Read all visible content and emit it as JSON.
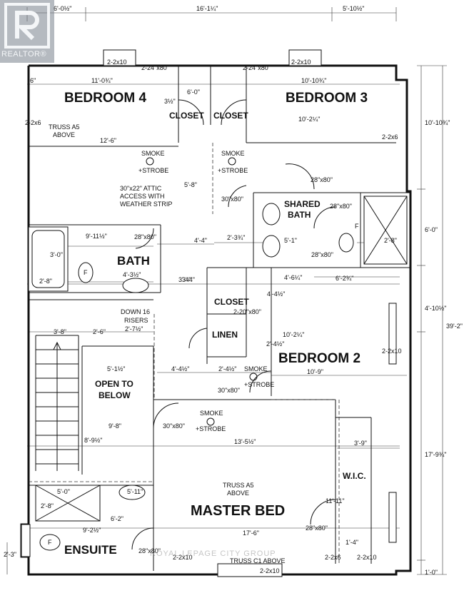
{
  "logo": {
    "text": "REALTOR®"
  },
  "watermark": "ROYAL LEPAGE CITY GROUP",
  "rooms": {
    "bedroom4": "BEDROOM 4",
    "bedroom3": "BEDROOM 3",
    "closet_a": "CLOSET",
    "closet_b": "CLOSET",
    "shared_bath_1": "SHARED",
    "shared_bath_2": "BATH",
    "bath": "BATH",
    "closet_mid": "CLOSET",
    "linen": "LINEN",
    "bedroom2": "BEDROOM 2",
    "open_below_1": "OPEN TO",
    "open_below_2": "BELOW",
    "wic": "W.I.C.",
    "master_bed": "MASTER BED",
    "ensuite": "ENSUITE"
  },
  "notes": {
    "truss_top_1": "TRUSS A5",
    "truss_top_2": "ABOVE",
    "smoke_l_1": "SMOKE",
    "smoke_l_2": "+STROBE",
    "smoke_r_1": "SMOKE",
    "smoke_r_2": "+STROBE",
    "attic_1": "30\"x22\" ATTIC",
    "attic_2": "ACCESS WITH",
    "attic_3": "WEATHER STRIP",
    "down_1": "DOWN 16",
    "down_2": "RISERS",
    "smoke_mid_1": "SMOKE",
    "smoke_mid_2": "+STROBE",
    "smoke_b2_1": "SMOKE",
    "smoke_b2_2": "+STROBE",
    "truss_master_1": "TRUSS A5",
    "truss_master_2": "ABOVE",
    "truss_bottom": "TRUSS C1 ABOVE"
  },
  "dims": {
    "d_top_left": "6'-0½\"",
    "d_top_mid": "16'-1¼\"",
    "d_top_right": "5'-10½\"",
    "d_hdr_l": "2-2x10",
    "d_hdr_r": "2-2x10",
    "d_door_l": "2-24\"x80\"",
    "d_door_r": "2-24\"x80\"",
    "d_b4_w": "11'-0¾\"",
    "d_b3_w": "10'-10¾\"",
    "d_b3_h": "10'-2¼\"",
    "d_b4_h": "12'-6\"",
    "d_clo_h": "6'-0\"",
    "d_right_top": "10'-10¾\"",
    "d_right_mid": "6'-0\"",
    "d_right_b2": "4'-10½\"",
    "d_total": "39'-2\"",
    "d_right_bot": "17'-9¾\"",
    "d_right_end": "1'-0\"",
    "d_2_2x6_l": "2-2x6",
    "d_2_2x6_r": "2-2x6",
    "d_door_sb": "28\"x80\"",
    "d_door_sb2": "28\"x80\"",
    "d_door_sb3": "28\"x80\"",
    "d_door_28a": "28\"x80\"",
    "d_door_30a": "30\"x80\"",
    "d_5_8": "5'-8\"",
    "d_2_3": "2'-3¾\"",
    "d_4_4": "4'-4\"",
    "d_5_1": "5'-1\"",
    "d_2_8r": "2'-8\"",
    "d_9_11": "9'-11½\"",
    "d_3_0": "3'-0\"",
    "d_2_8l": "2'-8\"",
    "d_4_3": "4'-3½\"",
    "d_3_4": "3'-4\"",
    "d_4_6": "4'-6¼\"",
    "d_6_2": "6'-2¾\"",
    "d_2_20": "2-20\"x80\"",
    "d_4_4b": "4'-4½\"",
    "d_3_8": "3'-8\"",
    "d_2_6": "2'-6\"",
    "d_2_7": "2'-7½\"",
    "d_b2_h": "10'-2¼\"",
    "d_2_2x10_r": "2-2x10",
    "d_5_1b": "5'-1½\"",
    "d_4_4c": "4'-4½\"",
    "d_2_4": "2'-4½\"",
    "d_10_9": "10'-9\"",
    "d_30_80b": "30\"x80\"",
    "d_30_80c": "30\"x80\"",
    "d_9_8": "9'-8\"",
    "d_8_9": "8'-9½\"",
    "d_13_5": "13'-5½\"",
    "d_3_9": "3'-9\"",
    "d_5_0": "5'-0\"",
    "d_5_11": "5'-11\"",
    "d_2_8m": "2'-8\"",
    "d_6_2b": "6'-2\"",
    "d_9_2": "9'-2½\"",
    "d_17_6": "17'-6\"",
    "d_11_11": "11'-11\"",
    "d_28_80m": "28\"x80\"",
    "d_28_80e": "28\"x80\"",
    "d_2_2x10_b": "2-2x10",
    "d_2_2x10_bl": "2-2x10",
    "d_2_2x10_br": "2-2x10",
    "d_2_2x6_b": "2-2x6",
    "d_2_3l": "2'-3\"",
    "d_6_tag": "6\"",
    "d_3_tag": "3½\"",
    "d_3_4r": "3'-4\"",
    "d_1_4": "1'-4\"",
    "d_2_4b": "2'-4½\""
  },
  "fixtures": {
    "toilet_mark": "F"
  }
}
